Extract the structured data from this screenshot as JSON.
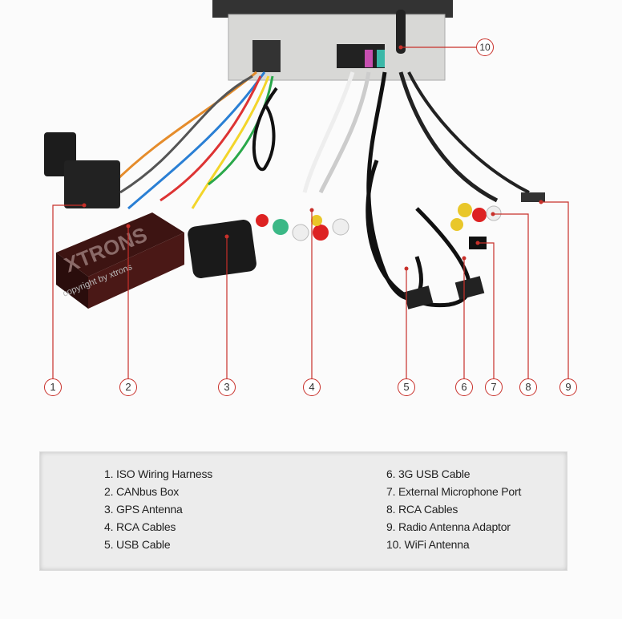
{
  "watermark": {
    "brand": "XTRONS",
    "copyright": "copyright by xtrons"
  },
  "callouts": [
    "1",
    "2",
    "3",
    "4",
    "5",
    "6",
    "7",
    "8",
    "9",
    "10"
  ],
  "legend": {
    "left": [
      "1. ISO Wiring Harness",
      "2. CANbus Box",
      "3. GPS Antenna",
      "4. RCA Cables",
      "5. USB Cable"
    ],
    "right": [
      "6. 3G USB Cable",
      "7. External Microphone Port",
      "8. RCA Cables",
      "9. Radio Antenna Adaptor",
      "10. WiFi Antenna"
    ]
  },
  "colors": {
    "callout": "#c8302a",
    "legend_bg": "#ececec"
  }
}
